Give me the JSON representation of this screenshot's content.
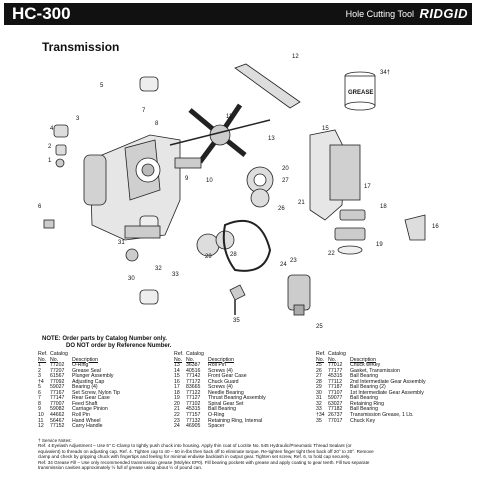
{
  "header": {
    "model": "HC-300",
    "tool": "Hole Cutting Tool",
    "brand": "RIDGID"
  },
  "section_title": "Transmission",
  "box_label": "GREASE",
  "callouts": {
    "c1": "1",
    "c2": "2",
    "c3": "3",
    "c4": "4",
    "c5": "5",
    "c6": "6",
    "c7": "7",
    "c8": "8",
    "c9": "9",
    "c10": "10",
    "c11": "11",
    "c12": "12",
    "c13": "13",
    "c14": "14",
    "c15": "15",
    "c16": "16",
    "c17": "17",
    "c18": "18",
    "c19": "19",
    "c20": "20",
    "c21": "21",
    "c22": "22",
    "c23": "23",
    "c24": "24",
    "c25": "25",
    "c26": "26",
    "c27": "27",
    "c28": "28",
    "c29": "29",
    "c30": "30",
    "c31": "31",
    "c32": "32",
    "c33": "33",
    "c34": "34†",
    "c35": "35"
  },
  "note": {
    "line1": "NOTE: Order parts by Catalog Number only.",
    "line2": "DO NOT order by Reference Number."
  },
  "table_header": {
    "ref_top": "Ref.",
    "ref": "No.",
    "cat_top": "Catalog",
    "cat": "No.",
    "desc": "Description"
  },
  "parts_col1": [
    {
      "ref": "1",
      "cat": "77202",
      "desc": "O-Ring"
    },
    {
      "ref": "2",
      "cat": "77207",
      "desc": "Grease Seal"
    },
    {
      "ref": "3",
      "cat": "61567",
      "desc": "Plunger Assembly"
    },
    {
      "ref": "†4",
      "cat": "77092",
      "desc": "Adjusting Cap"
    },
    {
      "ref": "5",
      "cat": "59027",
      "desc": "Bearing (4)"
    },
    {
      "ref": "6",
      "cat": "77167",
      "desc": "Set Screw, Nylon Tip"
    },
    {
      "ref": "7",
      "cat": "77147",
      "desc": "Rear Gear Case"
    },
    {
      "ref": "8",
      "cat": "77007",
      "desc": "Feed Shaft"
    },
    {
      "ref": "9",
      "cat": "59082",
      "desc": "Carriage Pinion"
    },
    {
      "ref": "10",
      "cat": "44662",
      "desc": "Roll Pin"
    },
    {
      "ref": "11",
      "cat": "56467",
      "desc": "Hand Wheel"
    },
    {
      "ref": "12",
      "cat": "77152",
      "desc": "Carry Handle"
    }
  ],
  "parts_col2": [
    {
      "ref": "13",
      "cat": "36387",
      "desc": "Roll Pin"
    },
    {
      "ref": "14",
      "cat": "40516",
      "desc": "Screws (4)"
    },
    {
      "ref": "15",
      "cat": "77142",
      "desc": "Front Gear Case"
    },
    {
      "ref": "16",
      "cat": "77172",
      "desc": "Chuck Guard"
    },
    {
      "ref": "17",
      "cat": "83665",
      "desc": "Screws (4)"
    },
    {
      "ref": "18",
      "cat": "77122",
      "desc": "Needle Bearing"
    },
    {
      "ref": "19",
      "cat": "77127",
      "desc": "Thrust Bearing Assembly"
    },
    {
      "ref": "20",
      "cat": "77102",
      "desc": "Spiral Gear Set"
    },
    {
      "ref": "21",
      "cat": "45315",
      "desc": "Ball Bearing"
    },
    {
      "ref": "22",
      "cat": "77157",
      "desc": "O-Ring"
    },
    {
      "ref": "23",
      "cat": "77132",
      "desc": "Retaining Ring, Internal"
    },
    {
      "ref": "24",
      "cat": "46905",
      "desc": "Spacer"
    }
  ],
  "parts_col3": [
    {
      "ref": "25",
      "cat": "77012",
      "desc": "Chuck w/Key"
    },
    {
      "ref": "26",
      "cat": "77177",
      "desc": "Gasket, Transmission"
    },
    {
      "ref": "27",
      "cat": "45315",
      "desc": "Ball Bearing"
    },
    {
      "ref": "28",
      "cat": "77112",
      "desc": "2nd Intermediate Gear Assembly"
    },
    {
      "ref": "29",
      "cat": "77187",
      "desc": "Ball Bearing (2)"
    },
    {
      "ref": "30",
      "cat": "77107",
      "desc": "1st Intermediate Gear Assembly"
    },
    {
      "ref": "31",
      "cat": "59077",
      "desc": "Ball Bearing"
    },
    {
      "ref": "32",
      "cat": "63027",
      "desc": "Retaining Ring"
    },
    {
      "ref": "33",
      "cat": "77182",
      "desc": "Ball Bearing"
    },
    {
      "ref": "†34",
      "cat": "26737",
      "desc": "Transmission Grease, 1 Lb."
    },
    {
      "ref": "35",
      "cat": "77017",
      "desc": "Chuck Key"
    }
  ],
  "service": {
    "title": "† Service Notes:",
    "l1": "Ref. 4 Eyelash Adjustment – Use 6\" C-Clamp to tightly push chuck into housing. Apply thin coat of Loctite No. 545 Hydraulic/Pneumatic Thread Sealant (or",
    "l2": "equivalent) to threads on adjusting cap. Ref. 4. Tighten cap to 40 – 50 in-lbs then back off to eliminate torque. Re-tighten finger tight then back off 20° to 30°. Remove",
    "l3": "clamp and check by gripping chuck with fingertips and feeling for minimal endwise backlash in output gear. Tighten set screw, Ref. 6, to hold cap securely.",
    "l4": "Ref. 34 Grease Fill – Use only recommended transmission grease (Molylex EP0). Fill bearing pockets with grease and apply coating to gear teeth. Fill two separate",
    "l5": "transmission cavities approximately ½ full of grease using about ½ of pound can."
  }
}
